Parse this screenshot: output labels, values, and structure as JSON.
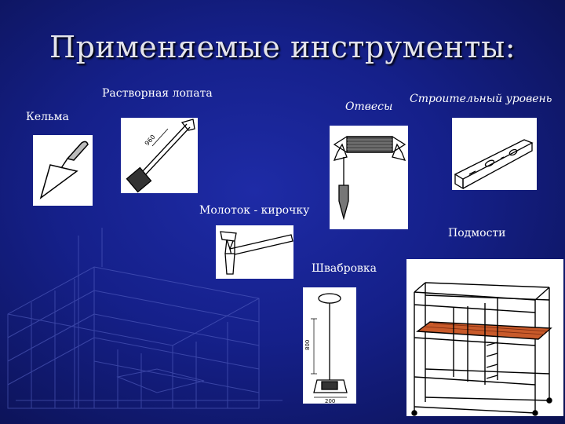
{
  "slide": {
    "title": "Применяемые инструменты:"
  },
  "tools": {
    "trowel": {
      "label": "Кельма",
      "icon": "trowel-icon"
    },
    "shovel": {
      "label": "Растворная лопата",
      "icon": "mortar-shovel-icon",
      "dimension": "960"
    },
    "plumb": {
      "label": "Отвесы",
      "icon": "plumb-bob-icon"
    },
    "level": {
      "label": "Строительный уровень",
      "icon": "spirit-level-icon"
    },
    "hammer": {
      "label": "Молоток - кирочку",
      "icon": "mason-hammer-icon"
    },
    "jointer": {
      "label": "Швабровка",
      "icon": "mop-tool-icon",
      "dimension_vertical": "800",
      "dimension_base": "200"
    },
    "scaffold": {
      "label": "Подмости",
      "icon": "scaffold-icon"
    }
  },
  "background": {
    "icon": "brick-wall-drawing-icon"
  },
  "colors": {
    "background": "#15208a",
    "title_text": "#e4e4ec",
    "label_text": "#ffffff",
    "scaffold_deck": "#c85a2a"
  }
}
